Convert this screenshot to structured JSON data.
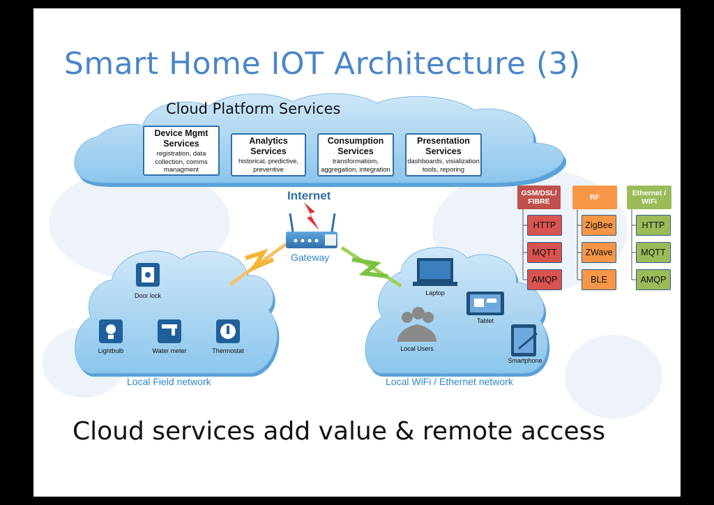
{
  "title": "Smart Home IOT Architecture (3)",
  "subtitle": "Cloud services add value & remote access",
  "cloud": {
    "label": "Cloud Platform Services",
    "services": [
      {
        "heading": "Device Mgmt Services",
        "desc": "registration, data collection, comms managment"
      },
      {
        "heading": "Analytics Services",
        "desc": "historical, predictive, preventive"
      },
      {
        "heading": "Consumption Services",
        "desc": "transformatiom, aggregation, integration"
      },
      {
        "heading": "Presentation Services",
        "desc": "dashboards, visialization tools, reporing"
      }
    ]
  },
  "internet_label": "Internet",
  "gateway_label": "Gateway",
  "field_network": {
    "label": "Local Field network",
    "devices": [
      "Door lock",
      "Lightbulb",
      "Water meter",
      "Thermostat"
    ]
  },
  "wifi_network": {
    "label": "Local WiFi / Ethernet network",
    "devices": [
      "Laptop",
      "Tablet",
      "Local Users",
      "Smartphone"
    ]
  },
  "protocols": [
    {
      "heading": "GSM/DSL/ FIBRE",
      "items": [
        "HTTP",
        "MQTT",
        "AMQP"
      ],
      "head_color": "#c0504d",
      "item_color": "#d9534f"
    },
    {
      "heading": "RF",
      "items": [
        "ZigBee",
        "ZWave",
        "BLE"
      ],
      "head_color": "#f79646",
      "item_color": "#f79646"
    },
    {
      "heading": "Ethernet / WiFi",
      "items": [
        "HTTP",
        "MQTT",
        "AMQP"
      ],
      "head_color": "#9bbb59",
      "item_color": "#9bbb59"
    }
  ]
}
